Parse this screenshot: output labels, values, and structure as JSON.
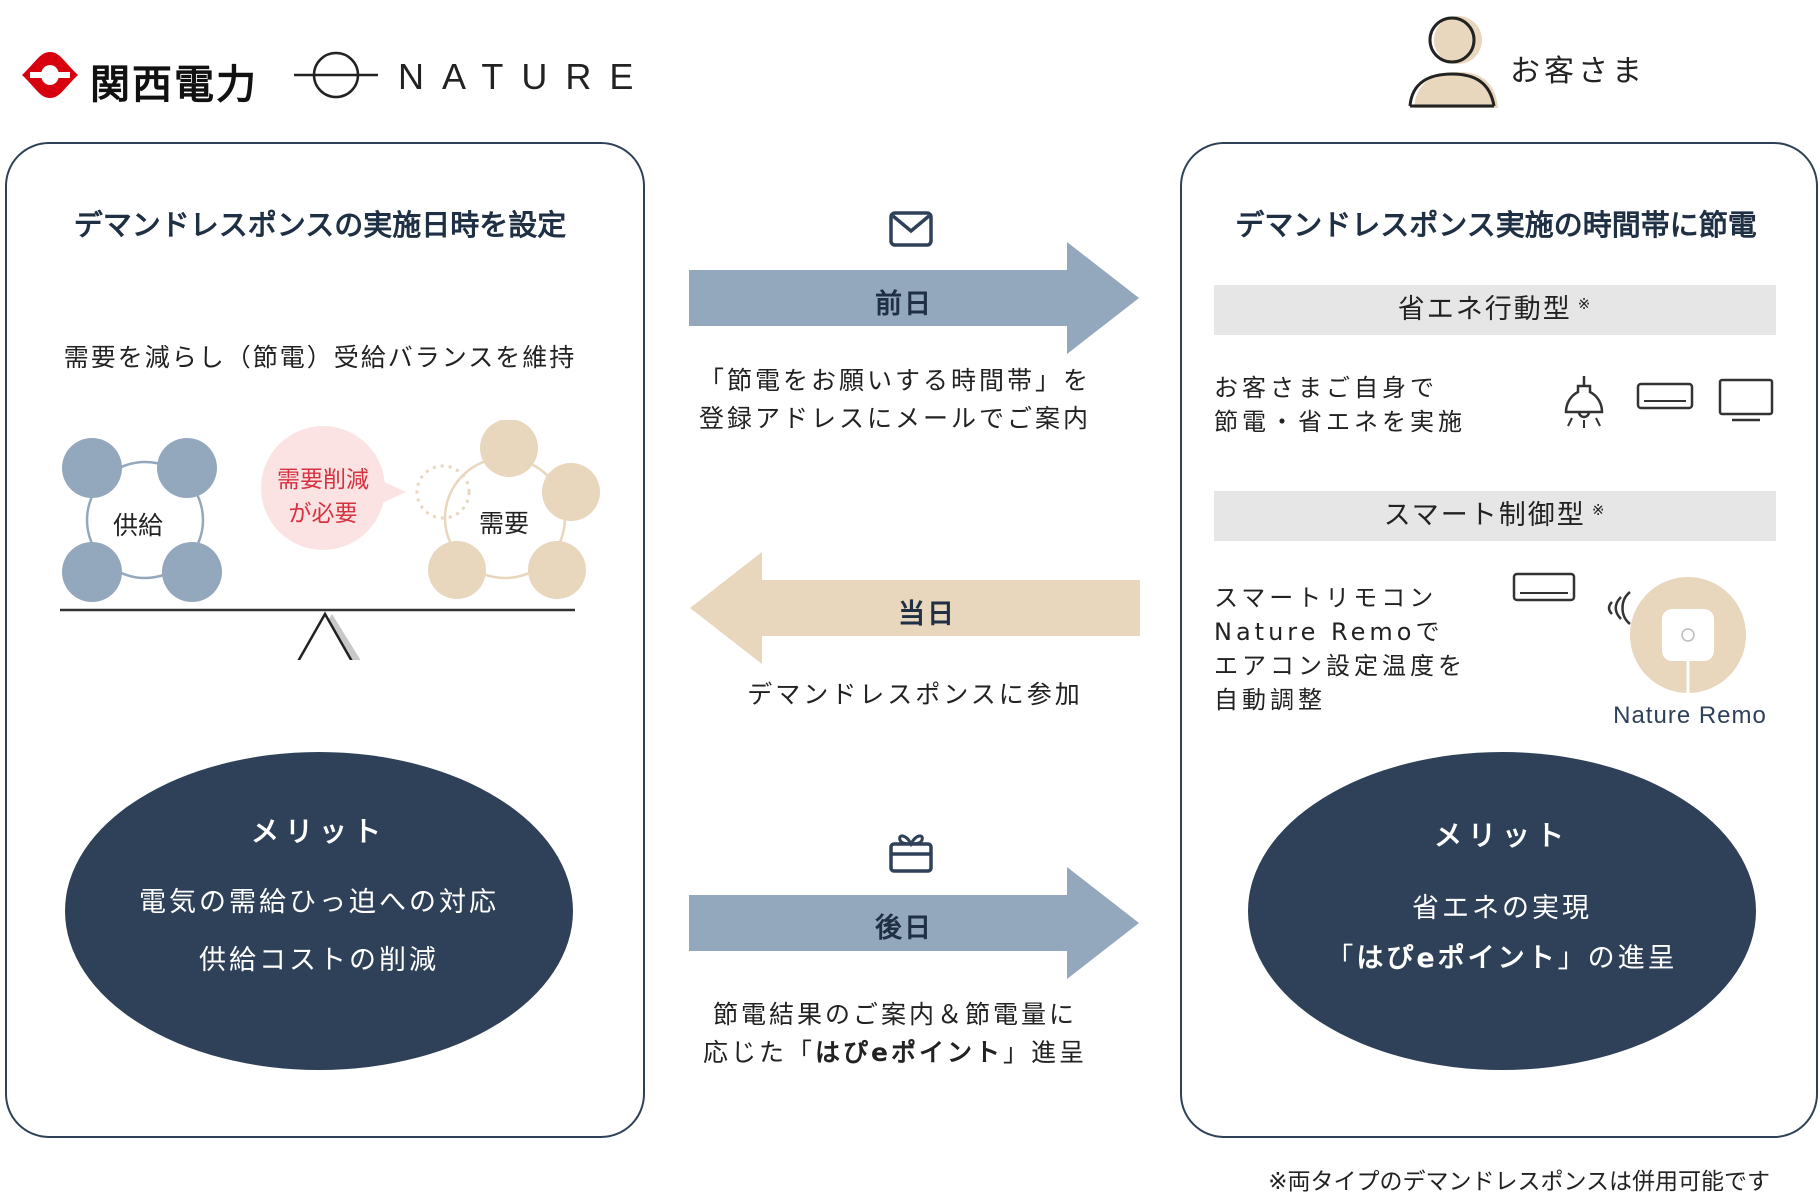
{
  "header": {
    "kansai_logo_text": "関西電力",
    "nature_logo_text": "NATURE",
    "customer_label": "お客さま"
  },
  "left_panel": {
    "title": "デマンドレスポンスの実施日時を設定",
    "subtitle": "需要を減らし（節電）受給バランスを維持",
    "supply_label": "供給",
    "demand_label": "需要",
    "bubble_line1": "需要削減",
    "bubble_line2": "が必要",
    "merit_title": "メリット",
    "merit_line1": "電気の需給ひっ迫への対応",
    "merit_line2": "供給コストの削減"
  },
  "middle": {
    "arrow1_label": "前日",
    "arrow1_note_line1": "「節電をお願いする時間帯」を",
    "arrow1_note_line2": "登録アドレスにメールでご案内",
    "arrow2_label": "当日",
    "arrow2_note": "デマンドレスポンスに参加",
    "arrow3_label": "後日",
    "arrow3_note_line1": "節電結果のご案内＆節電量に",
    "arrow3_note_line2_pre": "応じた「",
    "arrow3_note_line2_bold": "はぴeポイント",
    "arrow3_note_line2_post": "」進呈"
  },
  "right_panel": {
    "title": "デマンドレスポンス実施の時間帯に節電",
    "type1_label": "省エネ行動型",
    "type1_mark": "※",
    "type1_desc_line1": "お客さまご自身で",
    "type1_desc_line2": "節電・省エネを実施",
    "type2_label": "スマート制御型",
    "type2_mark": "※",
    "type2_desc_line1": "スマートリモコン",
    "type2_desc_line2": "Nature Remoで",
    "type2_desc_line3": "エアコン設定温度を",
    "type2_desc_line4": "自動調整",
    "remo_label": "Nature Remo",
    "merit_title": "メリット",
    "merit_line1": "省エネの実現",
    "merit_line2_pre": "「",
    "merit_line2_bold": "はぴeポイント",
    "merit_line2_post": "」の進呈"
  },
  "footnote": "※両タイプのデマンドレスポンスは併用可能です",
  "colors": {
    "navy": "#2f4158",
    "steel_blue": "#93a7bd",
    "beige": "#e8d6bd",
    "pink": "#fbe3e3",
    "red_text": "#d6323f",
    "kansai_red": "#d7000f",
    "gray_band": "#e6e6e6"
  },
  "icons": [
    "mail-icon",
    "gift-icon",
    "lamp-icon",
    "aircon-icon",
    "tv-icon",
    "wifi-signal-icon",
    "remo-device-icon",
    "person-icon",
    "kansai-logo-icon",
    "nature-logo-icon"
  ]
}
